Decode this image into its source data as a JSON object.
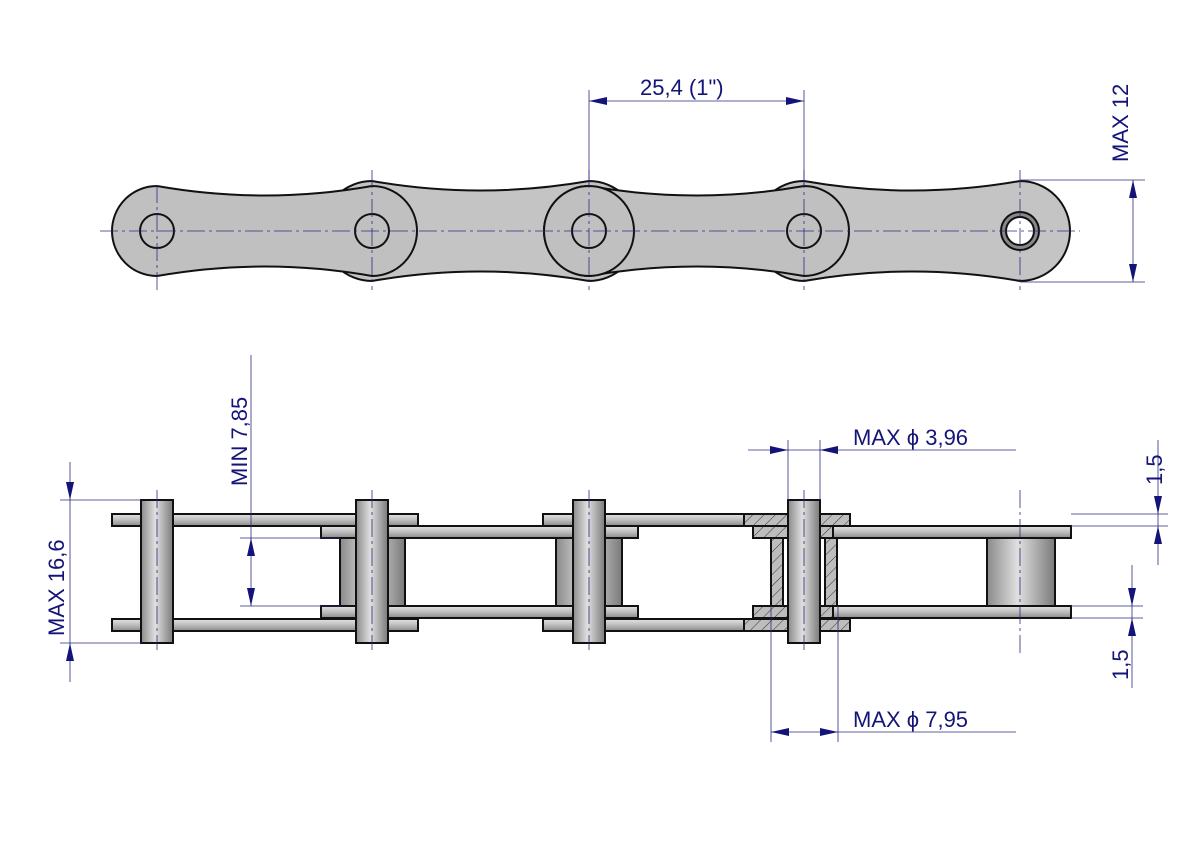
{
  "title": "Roller chain dimension drawing",
  "dimensions": {
    "pitch": "25,4  (1\")",
    "plate_height": "MAX 12",
    "inner_width": "MIN 7,85",
    "overall_width": "MAX  16,6",
    "pin_diameter": "MAX ϕ  3,96",
    "roller_diameter": "MAX ϕ  7,95",
    "plate_thickness_top": "1,5",
    "plate_thickness_bottom": "1,5"
  },
  "colors": {
    "dimension": "#141478",
    "part": "#c0c0c0",
    "outline": "#111111"
  }
}
